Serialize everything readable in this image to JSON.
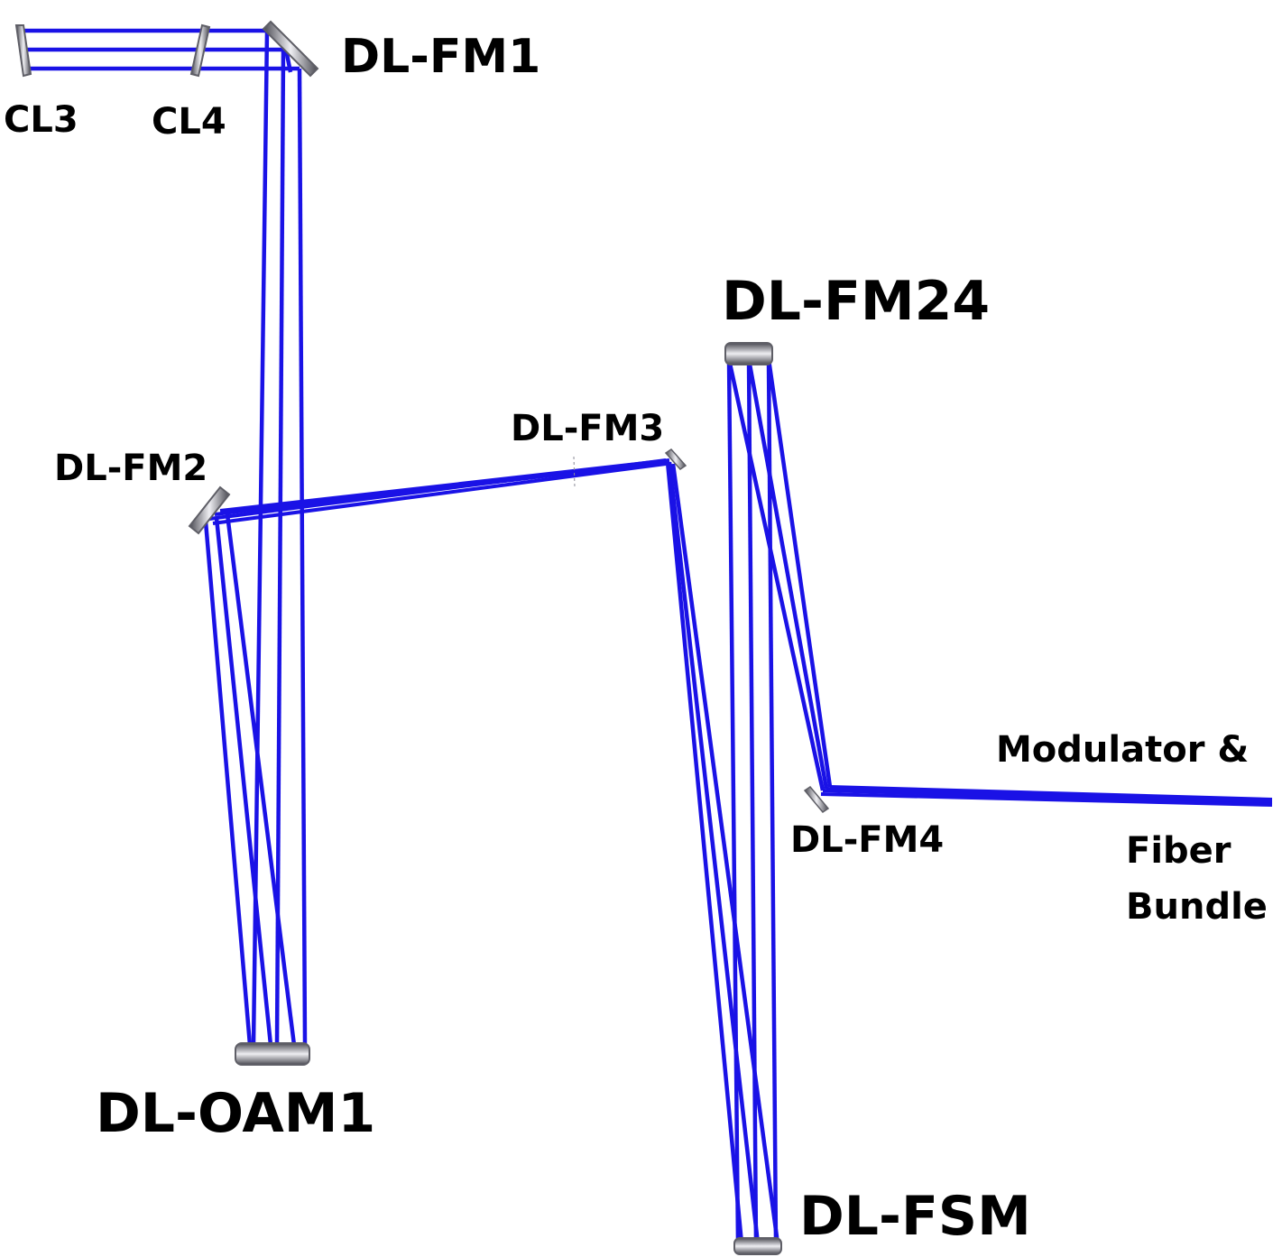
{
  "colors": {
    "beam": "#1a12e6",
    "optic": "#5e5e66",
    "optic_highlight": "#e6e6ea",
    "text": "#000000"
  },
  "labels": {
    "cl3": "CL3",
    "cl4": "CL4",
    "dl_fm1": "DL-FM1",
    "dl_fm2": "DL-FM2",
    "dl_fm3": "DL-FM3",
    "dl_fm24": "DL-FM24",
    "dl_fm4": "DL-FM4",
    "dl_oam1": "DL-OAM1",
    "dl_fsm": "DL-FSM",
    "output_line1": "Modulator &",
    "output_line2": "Fiber",
    "output_line3": "Bundle"
  }
}
